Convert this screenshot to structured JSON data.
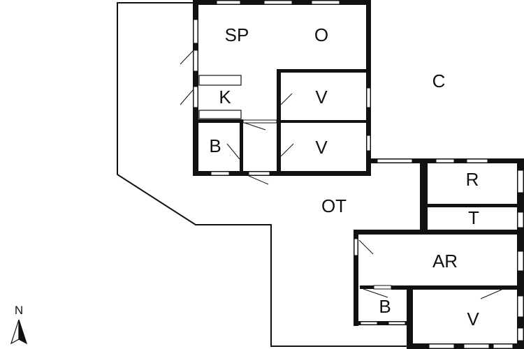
{
  "rooms": {
    "sp": "SP",
    "o": "O",
    "k": "K",
    "v1": "V",
    "v2": "V",
    "b1": "B",
    "c": "C",
    "ot": "OT",
    "r": "R",
    "t": "T",
    "ar": "AR",
    "b2": "B",
    "v3": "V"
  },
  "compass": {
    "label": "N"
  }
}
